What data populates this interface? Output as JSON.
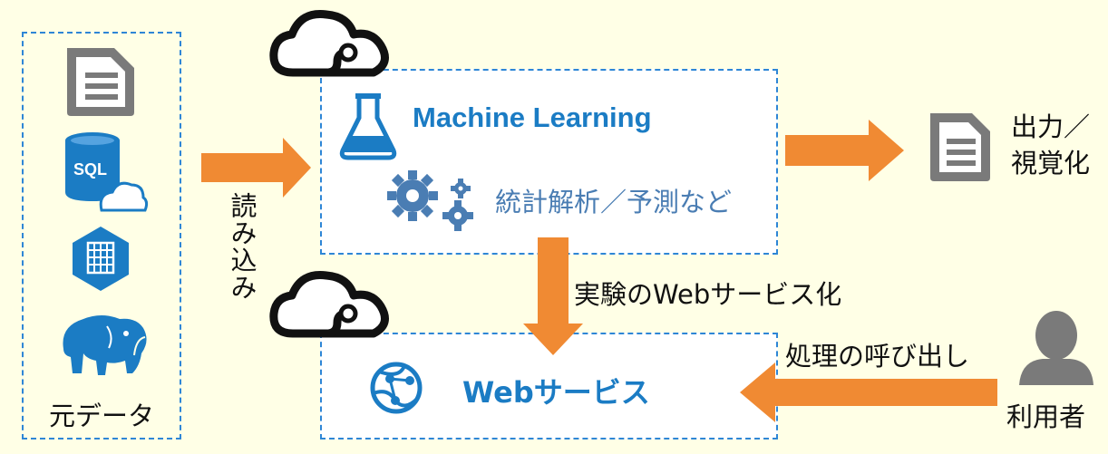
{
  "source": {
    "label": "元データ"
  },
  "read": {
    "label": "読み込み"
  },
  "ml": {
    "title": "Machine Learning",
    "subtitle": "統計解析／予測など"
  },
  "publish": {
    "label": "実験のWebサービス化"
  },
  "webservice": {
    "title": "Webサービス"
  },
  "output": {
    "line1": "出力／",
    "line2": "視覚化"
  },
  "call": {
    "label": "処理の呼び出し"
  },
  "user": {
    "label": "利用者"
  },
  "icons": {
    "source": [
      "document-icon",
      "sql-database-icon",
      "table-storage-icon",
      "hadoop-elephant-icon"
    ],
    "ml": [
      "flask-icon",
      "gears-icon"
    ],
    "cloud": "azure-cloud-icon",
    "webservice": "globe-icon",
    "output": "document-icon",
    "user": "person-icon"
  },
  "colors": {
    "background": "#ffffe6",
    "dashed_border": "#2e86d6",
    "arrow": "#f08a33",
    "azure_blue": "#1b7cc4",
    "doc_gray": "#7a7a7a"
  }
}
